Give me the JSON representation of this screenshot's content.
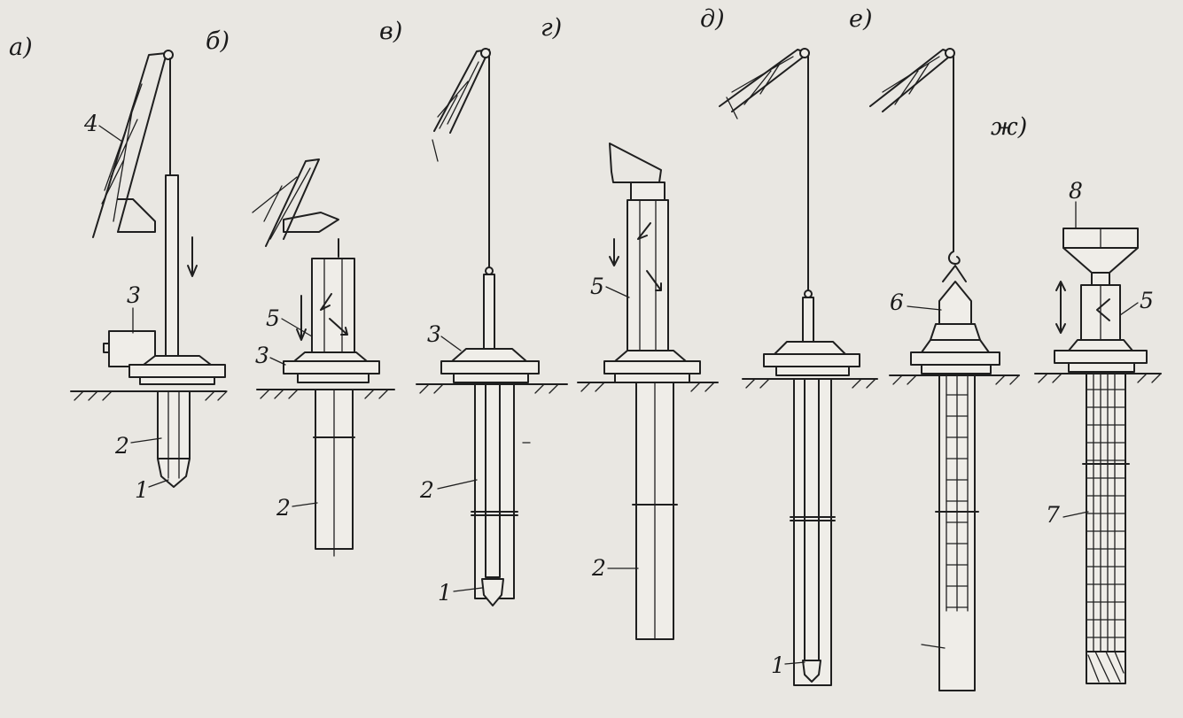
{
  "panels": [
    {
      "id": "a",
      "label": "а)"
    },
    {
      "id": "b",
      "label": "б)"
    },
    {
      "id": "v",
      "label": "в)"
    },
    {
      "id": "g",
      "label": "г)"
    },
    {
      "id": "d",
      "label": "д)"
    },
    {
      "id": "e",
      "label": "е)"
    },
    {
      "id": "zh",
      "label": "ж)"
    }
  ],
  "callouts": {
    "a": [
      "4",
      "3",
      "2",
      "1"
    ],
    "b": [
      "5",
      "3",
      "2"
    ],
    "v": [
      "3",
      "2",
      "1"
    ],
    "g": [
      "5",
      "2"
    ],
    "d": [
      "1"
    ],
    "e": [
      "6"
    ],
    "zh": [
      "8",
      "5",
      "7"
    ]
  }
}
